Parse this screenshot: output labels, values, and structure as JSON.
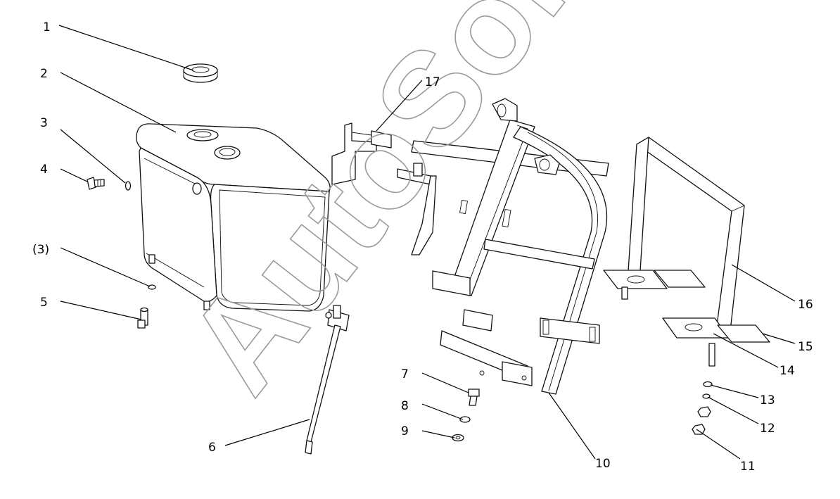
{
  "diagram": {
    "labels": {
      "n1": "1",
      "n2": "2",
      "n3": "3",
      "n4": "4",
      "n3b": "(3)",
      "n5": "5",
      "n6": "6",
      "n7": "7",
      "n8": "8",
      "n9": "9",
      "n10": "10",
      "n11": "11",
      "n12": "12",
      "n13": "13",
      "n14": "14",
      "n15": "15",
      "n16": "16",
      "n17": "17"
    },
    "watermark": "AutoSoft"
  }
}
